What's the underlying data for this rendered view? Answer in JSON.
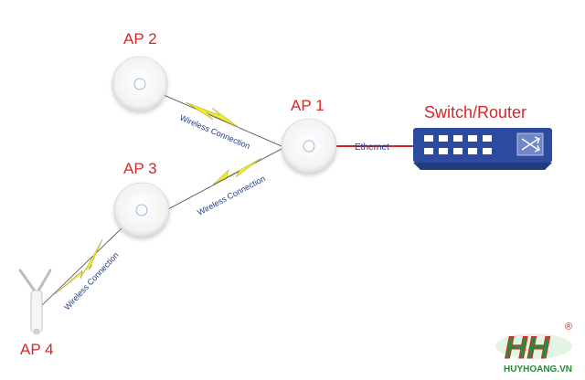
{
  "nodes": {
    "ap1": {
      "label": "AP 1"
    },
    "ap2": {
      "label": "AP 2"
    },
    "ap3": {
      "label": "AP 3"
    },
    "ap4": {
      "label": "AP 4"
    },
    "switch": {
      "label": "Switch/Router"
    }
  },
  "links": {
    "ap2_ap1": "Wireless Connection",
    "ap3_ap1": "Wireless Connection",
    "ap4_ap3": "Wireless Connection",
    "ap1_switch": "Ethernet"
  },
  "watermark": {
    "brand": "HUYHOANG.VN",
    "mark": "HH",
    "registered": "®"
  },
  "colors": {
    "label": "#d8262a",
    "link_text": "#1c3c8c",
    "ethernet_line": "#c8282c",
    "bolt": "#f2ea2a",
    "switch_body": "#2d4b9e",
    "logo_green": "#2b8a3a",
    "logo_red": "#d8262a"
  }
}
